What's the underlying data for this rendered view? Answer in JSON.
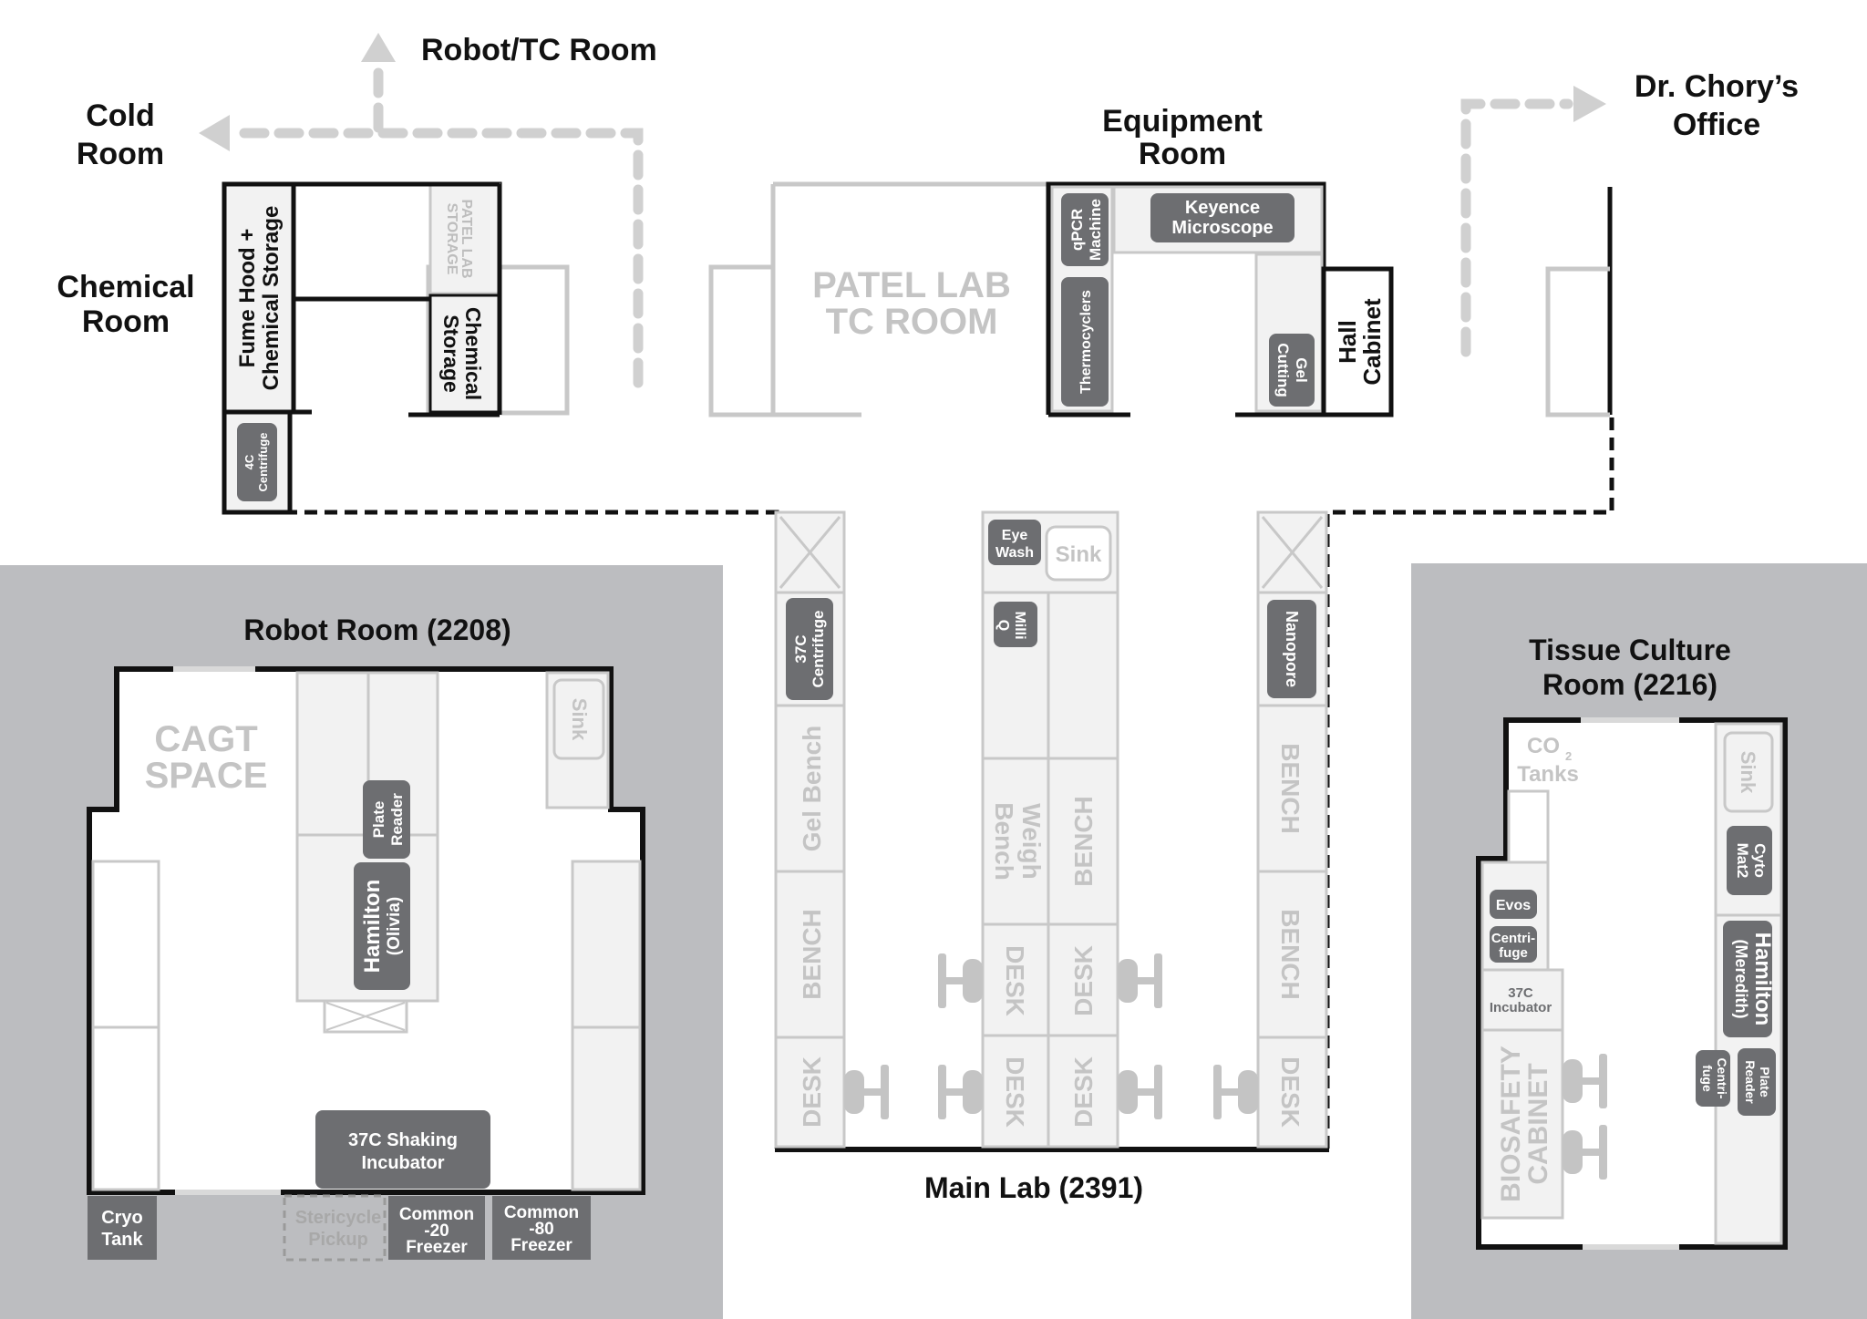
{
  "rooms": {
    "robot_tc_room": "Robot/TC Room",
    "cold_room": [
      "Cold",
      "Room"
    ],
    "chemical_room": [
      "Chemical",
      "Room"
    ],
    "equipment_room": [
      "Equipment",
      "Room"
    ],
    "chory_office": [
      "Dr. Chory’s",
      "Office"
    ],
    "patel_tc": [
      "PATEL LAB",
      "TC ROOM"
    ],
    "robot_room": "Robot Room (2208)",
    "main_lab": "Main Lab (2391)",
    "tc_room": [
      "Tissue Culture",
      "Room (2216)"
    ],
    "cagt_space": [
      "CAGT",
      "SPACE"
    ]
  },
  "chemical_area": {
    "fume_hood": [
      "Fume Hood +",
      "Chemical Storage"
    ],
    "patel_storage": [
      "PATEL LAB",
      "STORAGE"
    ],
    "chemical_storage": [
      "Chemical",
      "Storage"
    ],
    "centrifuge_4c": [
      "4C",
      "Centrifuge"
    ]
  },
  "equipment_area": {
    "qpcr": [
      "qPCR",
      "Machine"
    ],
    "keyence": [
      "Keyence",
      "Microscope"
    ],
    "thermocyclers": "Thermocyclers",
    "gel_cutting": [
      "Gel",
      "Cutting"
    ],
    "hall_cabinet": [
      "Hall",
      "Cabinet"
    ]
  },
  "main_lab_area": {
    "eye_wash": [
      "Eye",
      "Wash"
    ],
    "sink": "Sink",
    "milli_q": [
      "Milli",
      "Q"
    ],
    "centrifuge_37c": [
      "37C",
      "Centrifuge"
    ],
    "nanopore": "Nanopore",
    "gel_bench": "Gel Bench",
    "weigh_bench": [
      "Weigh",
      "Bench"
    ],
    "bench": "BENCH",
    "desk": "DESK"
  },
  "robot_area": {
    "sink": "Sink",
    "plate_reader": [
      "Plate",
      "Reader"
    ],
    "hamilton": [
      "Hamilton",
      "(Olivia)"
    ],
    "shaking_incubator": [
      "37C Shaking",
      "Incubator"
    ],
    "cryo_tank": [
      "Cryo",
      "Tank"
    ],
    "stericycle": [
      "Stericycle",
      "Pickup"
    ],
    "freezer_20": [
      "Common",
      "-20",
      "Freezer"
    ],
    "freezer_80": [
      "Common",
      "-80",
      "Freezer"
    ]
  },
  "tc_area": {
    "co2_tanks": [
      "CO",
      "2",
      "Tanks"
    ],
    "sink": "Sink",
    "cytomat": [
      "Cyto",
      "Mat2"
    ],
    "evos": "Evos",
    "centrifuge": [
      "Centri-",
      "fuge"
    ],
    "incubator_37c": [
      "37C",
      "Incubator"
    ],
    "hamilton": [
      "Hamilton",
      "(Meredith)"
    ],
    "plate_reader": [
      "Plate",
      "Reader"
    ],
    "biosafety": [
      "BIOSAFETY",
      "CABINET"
    ]
  },
  "colors": {
    "room_fill": "#bcbdc0",
    "wall": "#111111",
    "equipment": "#6d6e71",
    "ghost_wall": "#c8c8c8",
    "counter": "#f2f2f2",
    "path": "#d0d0d0"
  }
}
